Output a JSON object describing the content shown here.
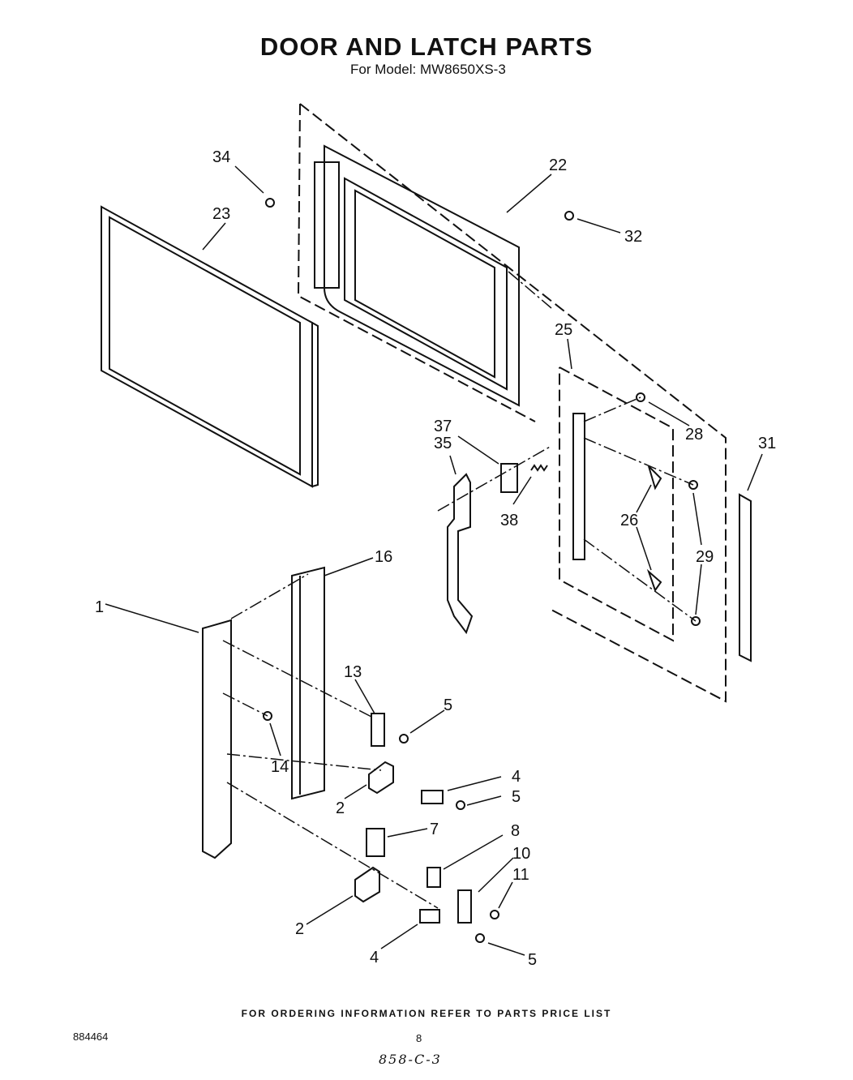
{
  "header": {
    "title": "DOOR AND LATCH PARTS",
    "model": "For Model: MW8650XS-3"
  },
  "callouts": [
    "34",
    "23",
    "22",
    "32",
    "25",
    "28",
    "37",
    "35",
    "38",
    "26",
    "29",
    "31",
    "16",
    "1",
    "13",
    "5",
    "14",
    "4",
    "2",
    "7",
    "8",
    "10",
    "11"
  ],
  "footer": {
    "ordering_note": "FOR ORDERING INFORMATION REFER TO PARTS PRICE LIST",
    "document_number": "884464",
    "page_number": "8",
    "handwritten_code": "858-C-3"
  }
}
